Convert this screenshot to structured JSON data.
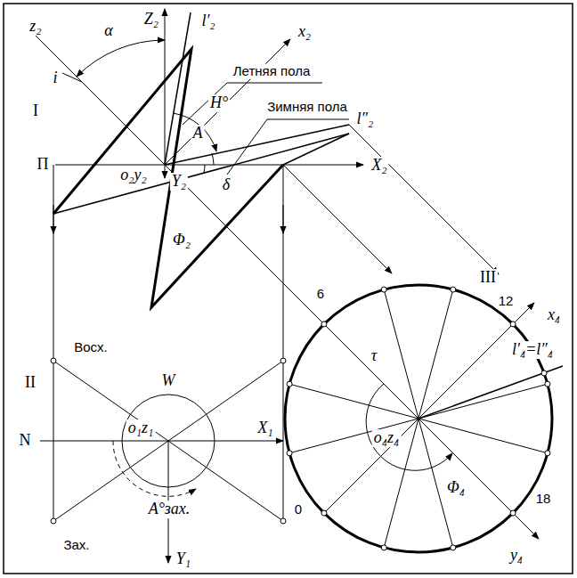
{
  "diagram": {
    "labels": [
      "Z₂",
      "z₂",
      "l′₂",
      "α",
      "i",
      "I",
      "Летняя пола",
      "H°",
      "x₂",
      "A",
      "Зимняя пола",
      "l″₂",
      "П",
      "o₂y₂",
      "X₂",
      "Y₂",
      "δ",
      "Φ₂",
      "III",
      "6",
      "τ",
      "12",
      "x₄",
      "l′₄=l″₄",
      "o₄z₄",
      "Φ₄",
      "0",
      "18",
      "y₄",
      "Восх.",
      "II",
      "W",
      "N",
      "o₁z₁",
      "X₁",
      "A°зах.",
      "Зах.",
      "Y₁"
    ]
  }
}
